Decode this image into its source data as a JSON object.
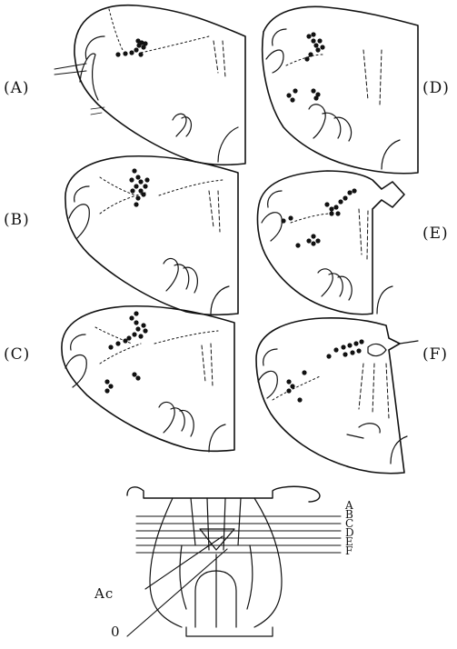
{
  "panels": [
    {
      "id": "A",
      "label": "(A)"
    },
    {
      "id": "B",
      "label": "(B)"
    },
    {
      "id": "C",
      "label": "(C)"
    },
    {
      "id": "D",
      "label": "(D)"
    },
    {
      "id": "E",
      "label": "(E)"
    },
    {
      "id": "F",
      "label": "(F)"
    }
  ],
  "schematic": {
    "section_letters": [
      "A",
      "B",
      "C",
      "D",
      "E",
      "F"
    ],
    "label_ac": "Ac",
    "label_o": "0"
  },
  "colors": {
    "ink": "#111111",
    "background": "#ffffff"
  }
}
